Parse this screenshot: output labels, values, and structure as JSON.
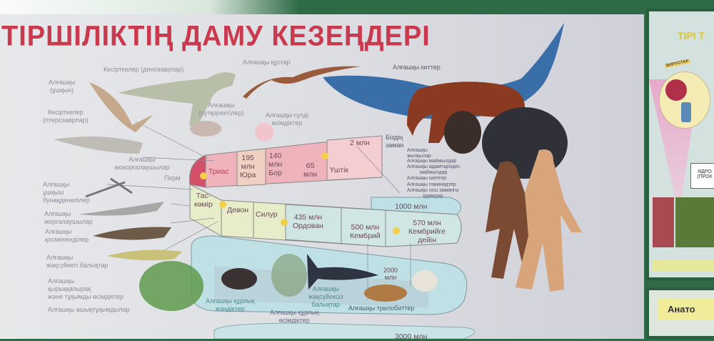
{
  "title": "ТІРШІЛІКТІҢ ДАМУ КЕЗЕҢДЕРІ",
  "left_labels": {
    "dinosaurs": "Кесірткелер (динозаврлар)",
    "first_flying": "Алғашқы\n(ұшқын)",
    "pterosaurs": "Кесірткелер\n(птерозаврлар)",
    "first_reptile_like": "Алғашқы\nаюкорғалаушылар",
    "perm": "Перм",
    "first_flying_insects": "Алғашқы\nұшқыш\nбунақденелілер",
    "first_reptiles": "Алғашқы\nжорғалаушылар",
    "first_amphibians": "Алғашқы\nқосмекенділер",
    "first_jawed_fish": "Алғашқы\nжақсүйекті балықтар",
    "first_ferns": "Алғашқы\nқырыққапырақ\nжәне тұқымды өсімдіктер",
    "first_gymnosperms": "Алғашқы ашықтұқымдылар"
  },
  "top_labels": {
    "first_birds": "Алғашқы құстар",
    "first_mammals": "Алғашқы\n(сүтқоректілер)",
    "first_flowering": "Алғашқы гүлді\nөсімдіктер",
    "first_whales": "Алғашқы киттер",
    "our_era": "Біздің\nзаман"
  },
  "right_list": [
    "Алғашқы\nжылқылар",
    "Алғашқы маймылдар",
    "Алғашқы адамтәріздес\nмаймылдар",
    "Алғашқы шептер",
    "Алғашқы гоминидтер",
    "Алғашқы осы заманғы\nадамдар"
  ],
  "periods": {
    "trias": "Триас",
    "jura": "195\nмлн\nЮра",
    "bor": "140\nмлн\nБор",
    "m65": "65\nмлн",
    "ushtik": "Үштік",
    "m2": "2 млн",
    "taskomir": "Тас-\nкөмір",
    "devon": "Девон",
    "silur": "Силур",
    "ordovan": "435 млн\nОрдован",
    "kembriy": "500 млн\nКембрий",
    "pre_kembriy": "570 млн\nКембрийге\nдейін",
    "m1000": "1000 млн",
    "m2000": "2000\nмлн",
    "m3000": "3000 млн"
  },
  "bottom_labels": {
    "land_insects": "Алғашқы құрлық\nжәндіктер",
    "land_plants": "Алғашқы құрлық\nөсімдіктер",
    "jawless_fish": "Алғашқы\nжақсүйексіз\nбалықтар",
    "trilobites": "Алғашқы трилобиттер"
  },
  "right_panel": {
    "title": "ТІРІ Т",
    "viruses": "ВИРУСТАР",
    "box": "ЯДРО\n(ПРОК",
    "lower": "Анато"
  },
  "colors": {
    "title": "#c93a4f",
    "frame": "#2a5e3c",
    "mesozoic": "#e9a3ae",
    "paleozoic": "#e6ecc8",
    "precambrian": "#bcdfe3"
  }
}
